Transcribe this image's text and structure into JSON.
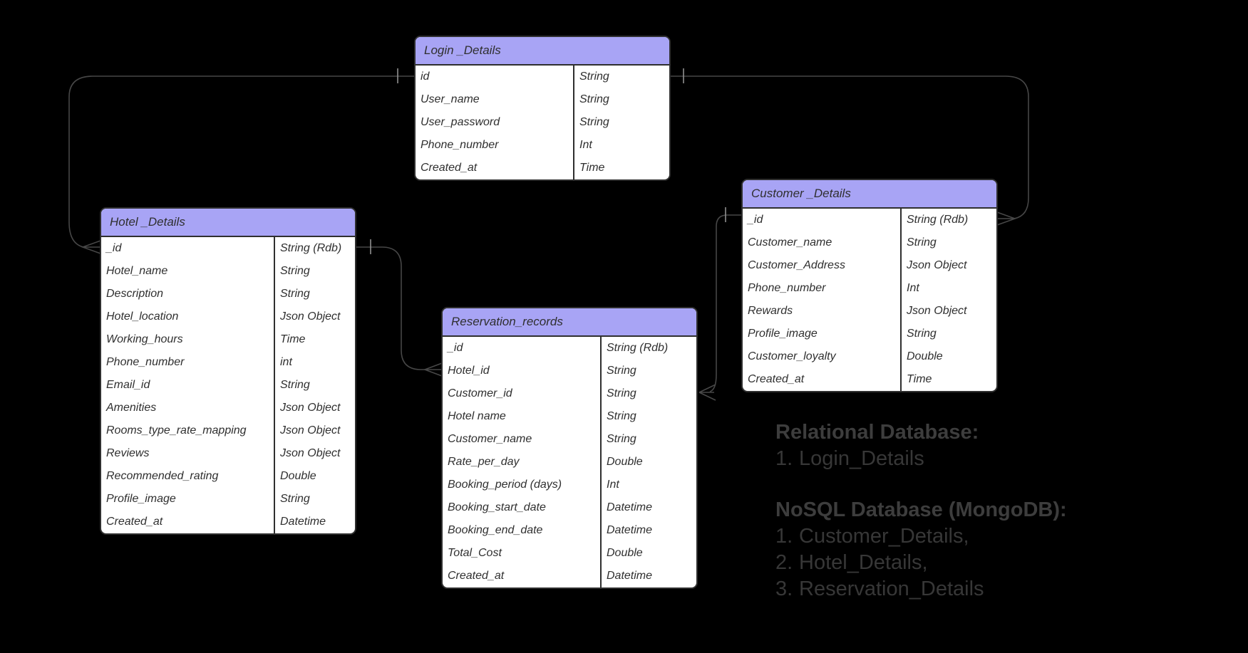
{
  "canvas": {
    "background": "#000000"
  },
  "colors": {
    "table_header": "#a8a4f5",
    "table_border": "#2f2f2f",
    "table_text": "#2f2f2f",
    "connector_line": "#474747",
    "connector_tick": "#909090",
    "note_heading": "#3d3d3d",
    "note_item": "#373737"
  },
  "tables": [
    {
      "title": "Login _Details",
      "fields": [
        {
          "name": "id",
          "type": "String"
        },
        {
          "name": "User_name",
          "type": "String"
        },
        {
          "name": "User_password",
          "type": "String"
        },
        {
          "name": "Phone_number",
          "type": "Int"
        },
        {
          "name": "Created_at",
          "type": "Time"
        }
      ]
    },
    {
      "title": "Hotel _Details",
      "fields": [
        {
          "name": "_id",
          "type": "String (Rdb)"
        },
        {
          "name": "Hotel_name",
          "type": "String"
        },
        {
          "name": "Description",
          "type": "String"
        },
        {
          "name": "Hotel_location",
          "type": "Json Object"
        },
        {
          "name": "Working_hours",
          "type": "Time"
        },
        {
          "name": "Phone_number",
          "type": "int"
        },
        {
          "name": "Email_id",
          "type": "String"
        },
        {
          "name": "Amenities",
          "type": "Json Object"
        },
        {
          "name": "Rooms_type_rate_mapping",
          "type": "Json Object"
        },
        {
          "name": "Reviews",
          "type": "Json Object"
        },
        {
          "name": "Recommended_rating",
          "type": "Double"
        },
        {
          "name": "Profile_image",
          "type": "String"
        },
        {
          "name": "Created_at",
          "type": "Datetime"
        }
      ]
    },
    {
      "title": "Reservation_records",
      "fields": [
        {
          "name": "_id",
          "type": "String (Rdb)"
        },
        {
          "name": "Hotel_id",
          "type": "String"
        },
        {
          "name": "Customer_id",
          "type": "String"
        },
        {
          "name": "Hotel name",
          "type": "String"
        },
        {
          "name": "Customer_name",
          "type": "String"
        },
        {
          "name": "Rate_per_day",
          "type": "Double"
        },
        {
          "name": "Booking_period (days)",
          "type": "Int"
        },
        {
          "name": "Booking_start_date",
          "type": "Datetime"
        },
        {
          "name": "Booking_end_date",
          "type": "Datetime"
        },
        {
          "name": "Total_Cost",
          "type": "Double"
        },
        {
          "name": "Created_at",
          "type": "Datetime"
        }
      ]
    },
    {
      "title": "Customer _Details",
      "fields": [
        {
          "name": "_id",
          "type": "String (Rdb)"
        },
        {
          "name": "Customer_name",
          "type": "String"
        },
        {
          "name": "Customer_Address",
          "type": "Json Object"
        },
        {
          "name": "Phone_number",
          "type": "Int"
        },
        {
          "name": "Rewards",
          "type": "Json Object"
        },
        {
          "name": "Profile_image",
          "type": "String"
        },
        {
          "name": "Customer_loyalty",
          "type": "Double"
        },
        {
          "name": "Created_at",
          "type": "Time"
        }
      ]
    }
  ],
  "relationships": [
    {
      "from": "Login _Details.id",
      "to": "Hotel _Details._id"
    },
    {
      "from": "Login _Details.id",
      "to": "Customer _Details._id"
    },
    {
      "from": "Hotel _Details._id",
      "to": "Reservation_records.Hotel_id"
    },
    {
      "from": "Customer _Details._id",
      "to": "Reservation_records.Customer_id"
    }
  ],
  "notes": {
    "relational_heading": "Relational Database:",
    "relational_items": [
      "Login_Details"
    ],
    "nosql_heading": "NoSQL Database (MongoDB):",
    "nosql_items": [
      "Customer_Details,",
      "Hotel_Details,",
      "Reservation_Details"
    ]
  }
}
